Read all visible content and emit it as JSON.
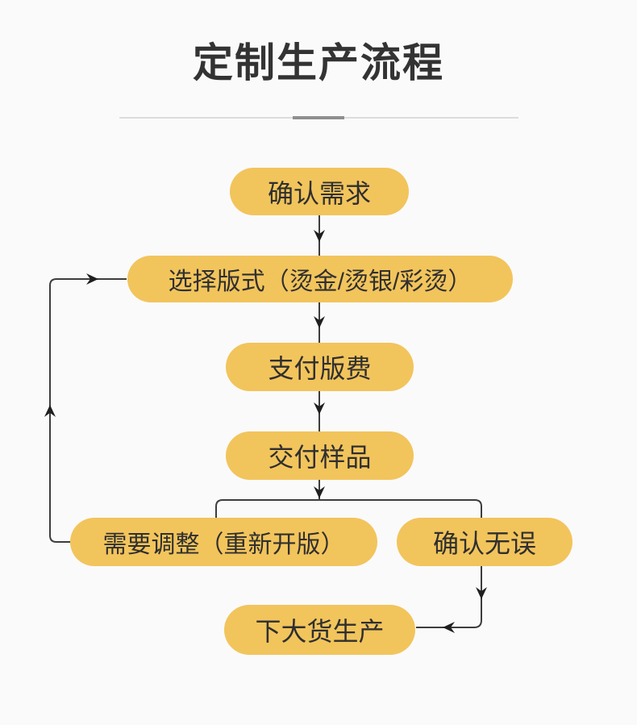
{
  "title": "定制生产流程",
  "colors": {
    "node_fill": "#F2C45C",
    "node_text": "#2F2F2F",
    "line": "#3D3D3D",
    "arrow": "#1F1F1F",
    "title_text": "#333333",
    "divider": "#DCDCDC",
    "divider_accent": "#8F8F8F",
    "background": "#FAFAFA"
  },
  "flow": {
    "nodes": [
      {
        "id": "confirm-requirements",
        "label": "确认需求"
      },
      {
        "id": "choose-plate-style",
        "label": "选择版式（烫金/烫银/彩烫）"
      },
      {
        "id": "pay-plate-fee",
        "label": "支付版费"
      },
      {
        "id": "deliver-sample",
        "label": "交付样品"
      },
      {
        "id": "needs-adjustment",
        "label": "需要调整（重新开版）"
      },
      {
        "id": "confirmed-ok",
        "label": "确认无误"
      },
      {
        "id": "mass-production",
        "label": "下大货生产"
      }
    ],
    "edges": [
      {
        "from": "confirm-requirements",
        "to": "choose-plate-style"
      },
      {
        "from": "choose-plate-style",
        "to": "pay-plate-fee"
      },
      {
        "from": "pay-plate-fee",
        "to": "deliver-sample"
      },
      {
        "from": "deliver-sample",
        "to": "needs-adjustment"
      },
      {
        "from": "deliver-sample",
        "to": "confirmed-ok"
      },
      {
        "from": "needs-adjustment",
        "to": "choose-plate-style"
      },
      {
        "from": "confirmed-ok",
        "to": "mass-production"
      }
    ]
  }
}
